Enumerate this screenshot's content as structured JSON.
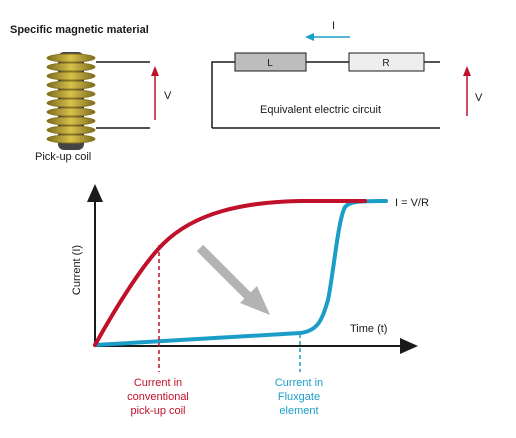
{
  "top": {
    "material_label": "Specific magnetic material",
    "coil_label": "Pick-up coil",
    "coil_voltage_label": "V",
    "current_label": "I",
    "inductor_label": "L",
    "resistor_label": "R",
    "circuit_voltage_label": "V",
    "circuit_label": "Equivalent electric circuit"
  },
  "chart": {
    "ylabel": "Current (I)",
    "xlabel": "Time (t)",
    "asymptote_label": "I = V/R",
    "conventional_label": [
      "Current in",
      "conventional",
      "pick-up coil"
    ],
    "fluxgate_label": [
      "Current in",
      "Fluxgate",
      "element"
    ]
  },
  "colors": {
    "conventional": "#c0102a",
    "fluxgate": "#1a9ec8",
    "arrow": "#b3b3b3",
    "axis": "#1a1a1a"
  },
  "chart_data": {
    "type": "line",
    "title": "",
    "xlabel": "Time (t)",
    "ylabel": "Current (I)",
    "series": [
      {
        "name": "Current in conventional pick-up coil",
        "shape": "fast rise, saturates at I = V/R"
      },
      {
        "name": "Current in Fluxgate element",
        "shape": "stays low, then rises steeply to I = V/R"
      }
    ],
    "annotations": [
      "I = V/R"
    ]
  }
}
